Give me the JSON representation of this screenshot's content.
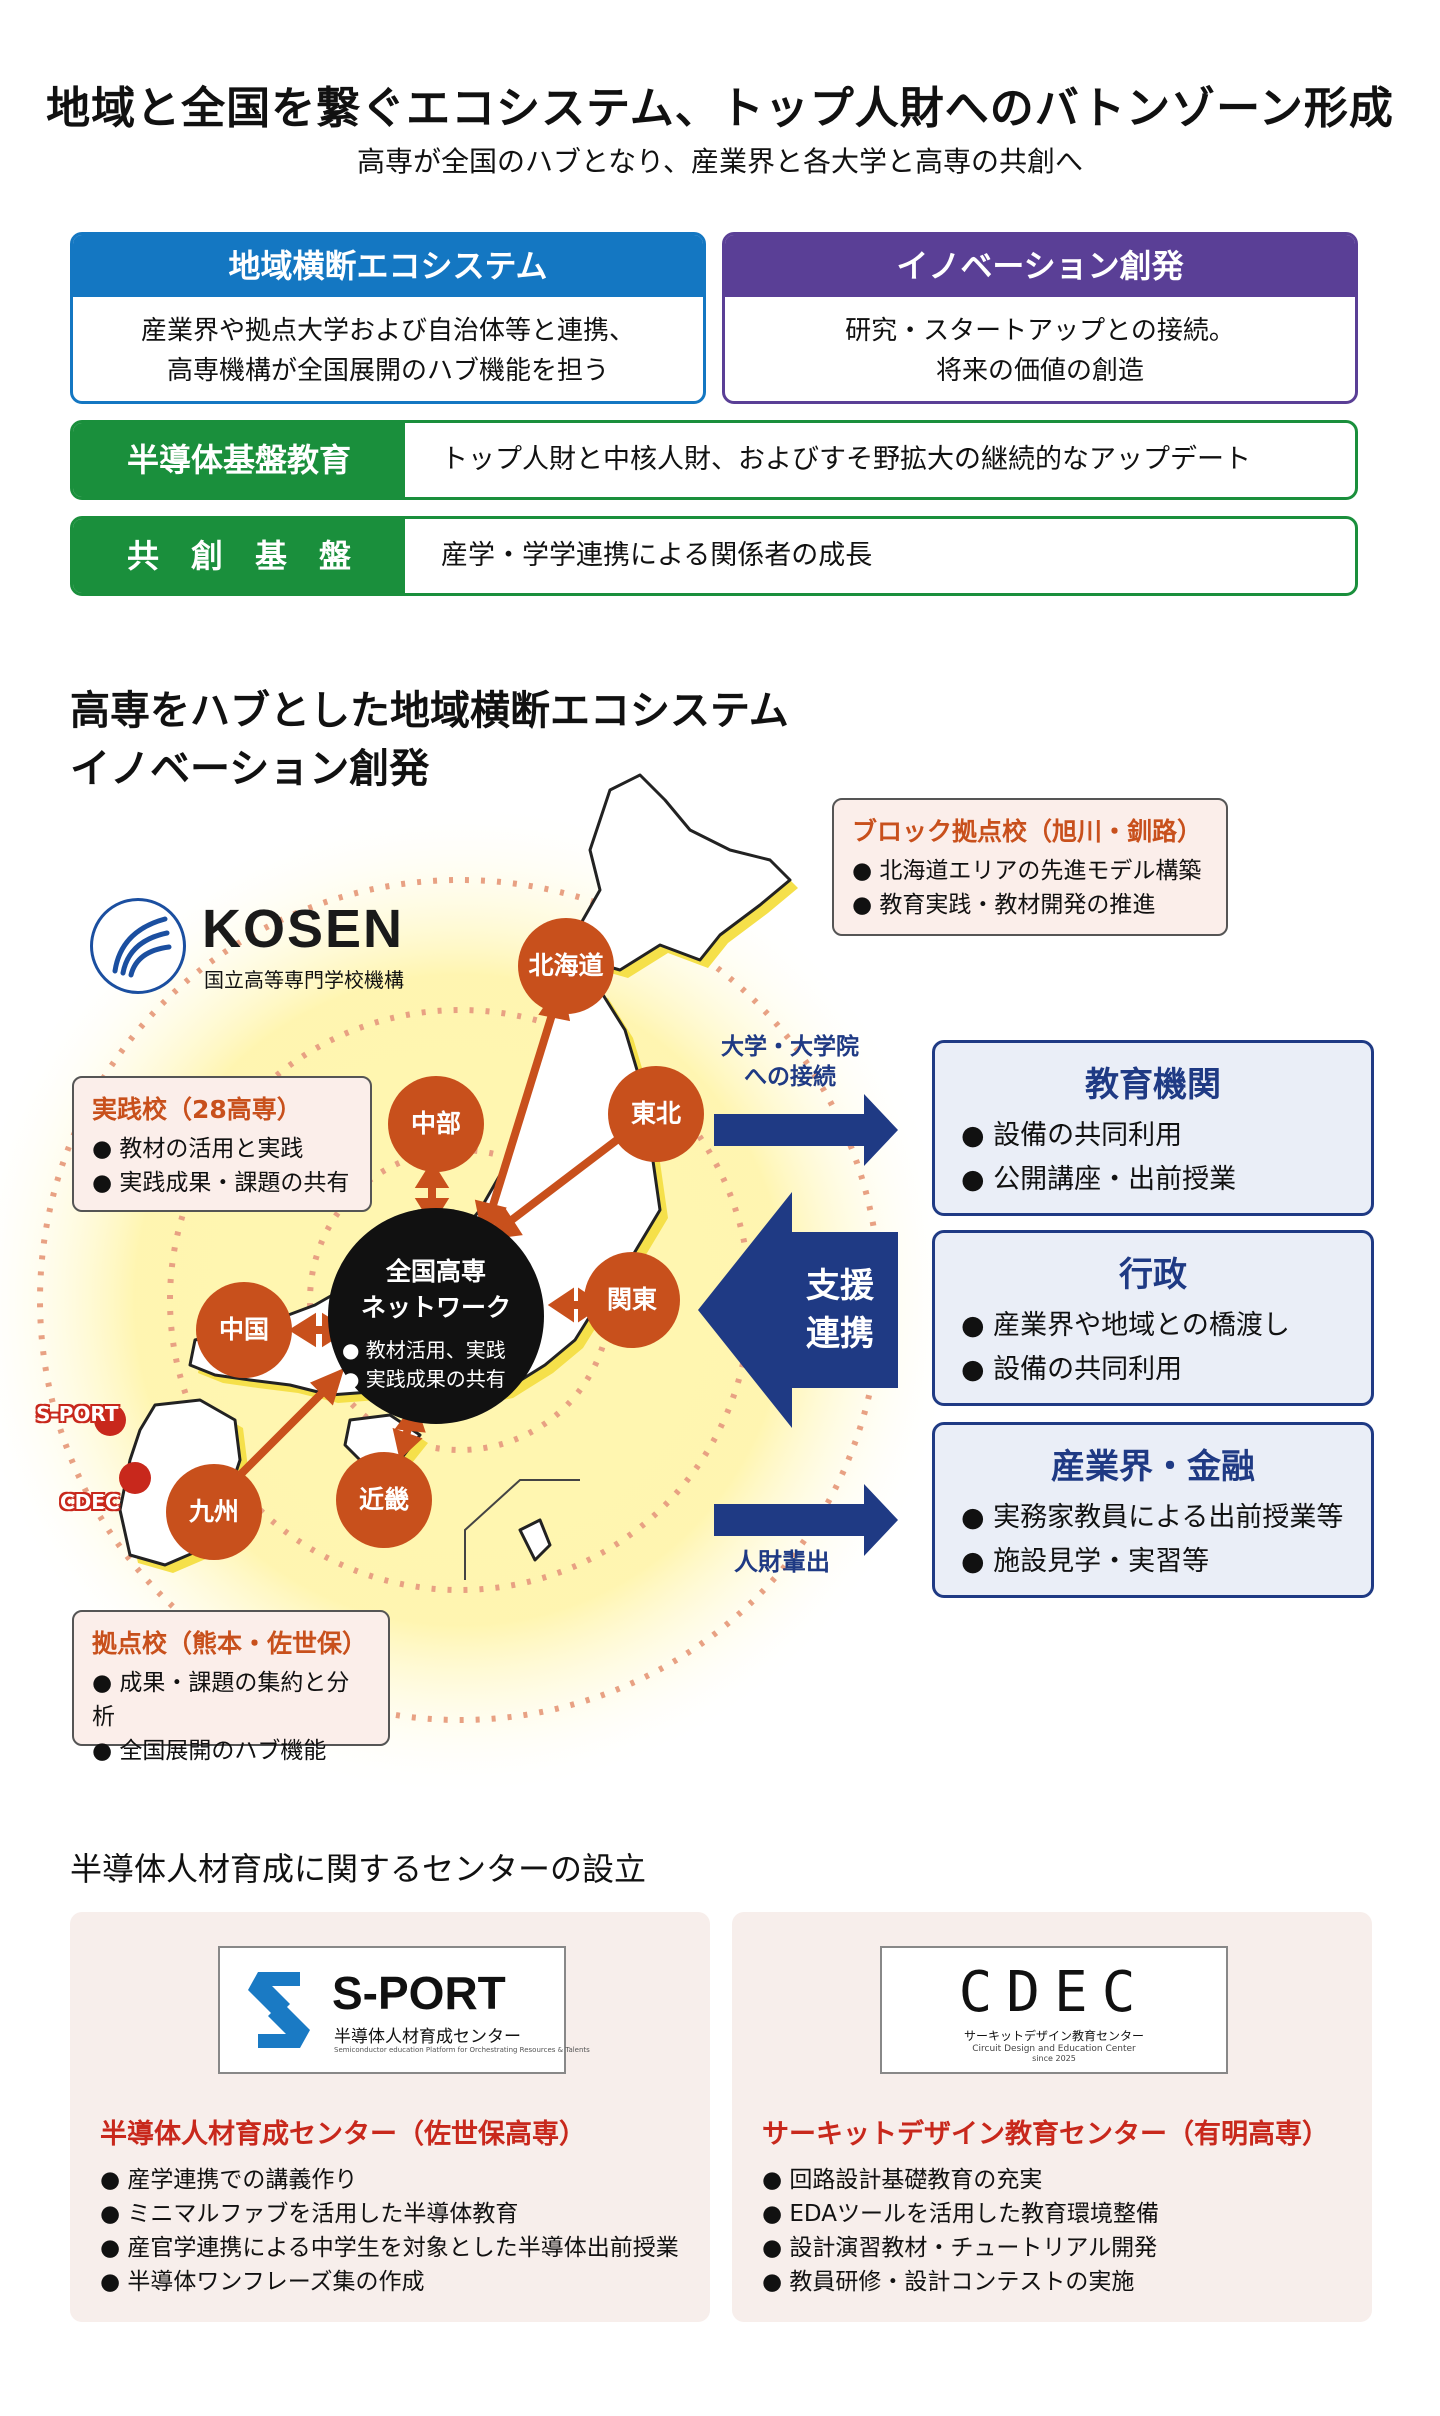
{
  "header": {
    "title": "地域と全国を繋ぐエコシステム、トップ人財へのバトンゾーン形成",
    "subtitle": "高専が全国のハブとなり、産業界と各大学と高専の共創へ"
  },
  "top_boxes": [
    {
      "title": "地域横断エコシステム",
      "line1": "産業界や拠点大学および自治体等と連携、",
      "line2": "高専機構が全国展開のハブ機能を担う"
    },
    {
      "title": "イノベーション創発",
      "line1": "研究・スタートアップとの接続。",
      "line2": "将来の価値の創造"
    }
  ],
  "green_rows": [
    {
      "label": "半導体基盤教育",
      "text": "トップ人財と中核人財、およびすそ野拡大の継続的なアップデート"
    },
    {
      "label": "共　創　基　盤",
      "text": "産学・学学連携による関係者の成長"
    }
  ],
  "section2": {
    "line1": "高専をハブとした地域横断エコシステム",
    "line2": "イノベーション創発"
  },
  "kosen": {
    "name": "KOSEN",
    "sub": "国立高等専門学校機構"
  },
  "callouts": {
    "block": {
      "title": "ブロック拠点校（旭川・釧路）",
      "items": [
        "● 北海道エリアの先進モデル構築",
        "● 教育実践・教材開発の推進"
      ]
    },
    "practice": {
      "title": "実践校（28高専）",
      "items": [
        "● 教材の活用と実践",
        "● 実践成果・課題の共有"
      ]
    },
    "base": {
      "title": "拠点校（熊本・佐世保）",
      "items": [
        "● 成果・課題の集約と分析",
        "● 全国展開のハブ機能"
      ]
    }
  },
  "map": {
    "nodes": {
      "hokkaido": "北海道",
      "tohoku": "東北",
      "chubu": "中部",
      "kanto": "関東",
      "chugoku": "中国",
      "kyushu": "九州",
      "kinki": "近畿"
    },
    "center": {
      "line1": "全国高専",
      "line2": "ネットワーク",
      "item1": "● 教材活用、実践",
      "item2": "● 実践成果の共有"
    },
    "sport": "S-PORT",
    "cdec": "CDEC"
  },
  "arrows": {
    "univ_line1": "大学・大学院",
    "univ_line2": "への接続",
    "support_line1": "支援",
    "support_line2": "連携",
    "talent": "人財輩出"
  },
  "right_boxes": [
    {
      "title": "教育機関",
      "items": [
        "● 設備の共同利用",
        "● 公開講座・出前授業"
      ]
    },
    {
      "title": "行政",
      "items": [
        "● 産業界や地域との橋渡し",
        "● 設備の共同利用"
      ]
    },
    {
      "title": "産業界・金融",
      "items": [
        "● 実務家教員による出前授業等",
        "● 施設見学・実習等"
      ]
    }
  ],
  "section3": "半導体人材育成に関するセンターの設立",
  "centers": [
    {
      "logo_name": "S-PORT",
      "logo_sub": "半導体人材育成センター",
      "logo_tiny": "Semiconductor education Platform for Orchestrating Resources & Talents",
      "title": "半導体人材育成センター（佐世保高専）",
      "items": [
        "● 産学連携での講義作り",
        "● ミニマルファブを活用した半導体教育",
        "● 産官学連携による中学生を対象とした半導体出前授業",
        "● 半導体ワンフレーズ集の作成"
      ]
    },
    {
      "logo_name": "CDEC",
      "logo_sub": "サーキットデザイン教育センター",
      "logo_tiny": "Circuit Design and Education Center",
      "logo_since": "since 2025",
      "title": "サーキットデザイン教育センター（有明高専）",
      "items": [
        "● 回路設計基礎教育の充実",
        "● EDAツールを活用した教育環境整備",
        "● 設計演習教材・チュートリアル開発",
        "● 教員研修・設計コンテストの実施"
      ]
    }
  ],
  "colors": {
    "blue": "#1477c2",
    "purple": "#5a3f96",
    "green": "#1a8f3c",
    "orange": "#c8501c",
    "navy": "#1f3a84",
    "red": "#c8281c"
  }
}
